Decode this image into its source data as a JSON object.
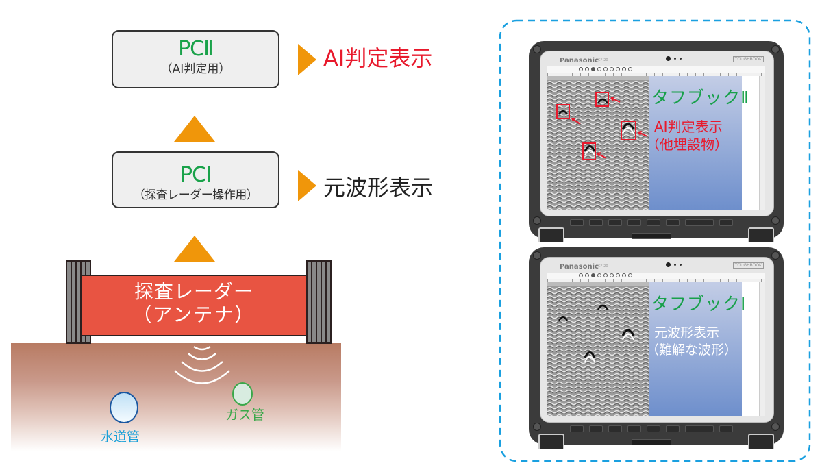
{
  "flow": {
    "pc2": {
      "title": "PCⅡ",
      "subtitle": "（AI判定用）",
      "output": "AI判定表示"
    },
    "pc1": {
      "title": "PCⅠ",
      "subtitle": "（探査レーダー操作用）",
      "output": "元波形表示"
    },
    "radar": {
      "line1": "探査レーダー",
      "line2": "（アンテナ）"
    },
    "pipes": {
      "water": "水道管",
      "gas": "ガス管"
    }
  },
  "tablets": [
    {
      "brand": "Panasonic",
      "model": "CF-20",
      "badge": "TOUGHBOOK",
      "name": "タフブックⅡ",
      "line1": "AI判定表示",
      "line2": "（他埋設物）",
      "detections": 4
    },
    {
      "brand": "Panasonic",
      "model": "CF-20",
      "badge": "TOUGHBOOK",
      "name": "タフブックⅠ",
      "line1": "元波形表示",
      "line2": "（難解な波形）",
      "detections": 0
    }
  ],
  "colors": {
    "arrow": "#f0960a",
    "pc_title": "#1aa24a",
    "ai_red": "#e8192c",
    "antenna": "#e85442",
    "frame": "#1aa0e0",
    "water": "#1aa0d8",
    "gas": "#3aa84a"
  }
}
